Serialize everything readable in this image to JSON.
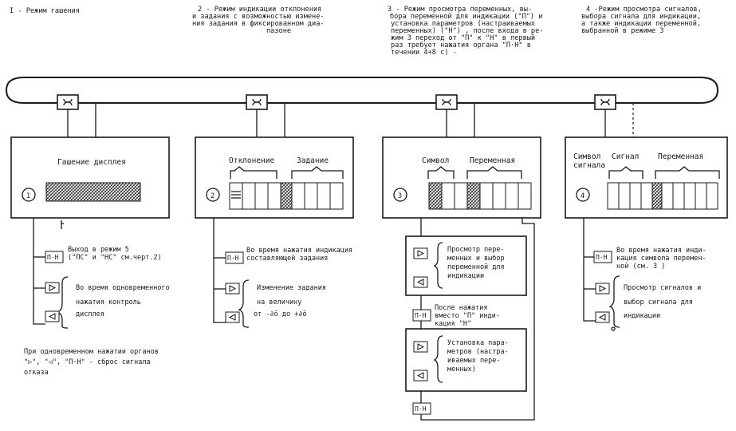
{
  "headers": {
    "h1": "I  - Режим гашения",
    "h2": [
      "2 - Режим индикации отклонения",
      "и задания с возможностью измене-",
      "ния задания в фиксированном диа-",
      "пазоне"
    ],
    "h3": [
      "3 - Режим просмотра переменных, вы-",
      "бора переменной для индикации (\"П\") и",
      "установка параметров (настраиваемых",
      "переменных) (\"Н\") , после входа в ре-",
      "жим 3 переход от \"П\" к \"Н\" в первый",
      "раз требует нажатия органа \"П·Н\" в",
      "течении 4+8 с) -"
    ],
    "h4": [
      "4 -Режим просмотра сигналов,",
      "выбора сигнала для индикации,",
      "а также индикации переменной,",
      "выбранной в режиме 3"
    ]
  },
  "panels": {
    "p1": {
      "num": "1",
      "title": "Гашение дисплея"
    },
    "p2": {
      "num": "2",
      "lab_a": "Отклонение",
      "lab_b": "Задание"
    },
    "p3": {
      "num": "3",
      "lab_a": "Символ",
      "lab_b": "Переменная"
    },
    "p4": {
      "num": "4",
      "lab_a1": "Символ",
      "lab_a2": "сигнала",
      "lab_b": "Сигнал",
      "lab_c": "Переменная"
    }
  },
  "buttons": {
    "pn": "П·Н"
  },
  "notes": {
    "c1_pn": [
      "Выход в режим  5",
      "(\"ПС\" и \"НС\" см.черт.2)"
    ],
    "c1_arrows": [
      "Во время одновременного",
      "нажатия контроль",
      "дисплея"
    ],
    "c1_bottom": [
      "При одновременном нажатии органов",
      "\"▷\", \"◁\", \"П·Н\" - сброс сигнала",
      "отказа"
    ],
    "c2_pn": [
      "Во время нажатия индикация",
      "составляющей задания"
    ],
    "c2_arrows": [
      "Изменение задания",
      "на величину",
      "от -∂ō до +∂ō"
    ],
    "c3_box1": [
      "Просмотр пере-",
      "менных и выбор",
      "переменной для",
      "индикации"
    ],
    "c3_pn": [
      "После нажатия",
      "вместо \"П\" инди-",
      "кация \"Н\""
    ],
    "c3_box2": [
      "Установка пара-",
      "метров (настра-",
      "иваемых пере-",
      "менных)"
    ],
    "c4_pn": [
      "Во время нажатия инди-",
      "кация символа перемен-",
      "ной (см. 3 )"
    ],
    "c4_arrows": [
      "Просмотр сигналов и",
      "выбор сигнала для",
      "индикации"
    ]
  }
}
